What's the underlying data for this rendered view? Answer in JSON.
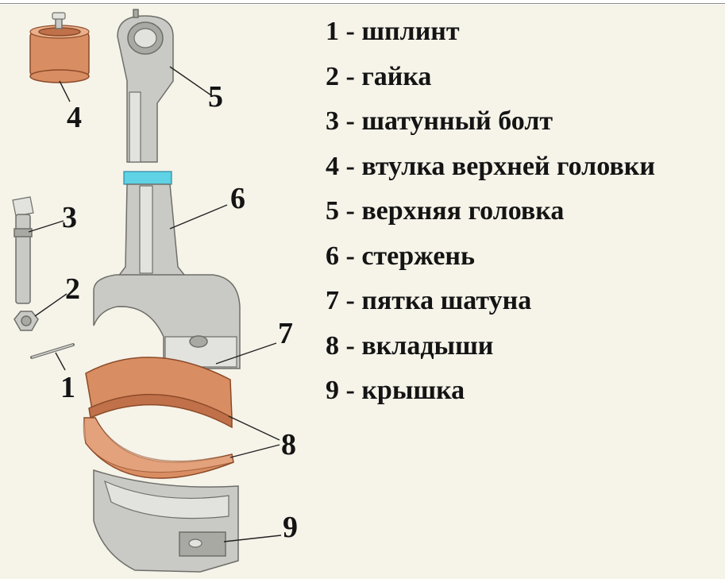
{
  "legend": [
    {
      "num": "1",
      "text": "1 - шплинт"
    },
    {
      "num": "2",
      "text": "2 - гайка"
    },
    {
      "num": "3",
      "text": "3 - шатунный болт"
    },
    {
      "num": "4",
      "text": "4 - втулка верхней головки"
    },
    {
      "num": "5",
      "text": "5 - верхняя головка"
    },
    {
      "num": "6",
      "text": "6 - стержень"
    },
    {
      "num": "7",
      "text": "7 - пятка шатуна"
    },
    {
      "num": "8",
      "text": "8 - вкладыши"
    },
    {
      "num": "9",
      "text": "9 - крышка"
    }
  ],
  "callouts": {
    "c1": "1",
    "c2": "2",
    "c3": "3",
    "c4": "4",
    "c5": "5",
    "c6": "6",
    "c7": "7",
    "c8": "8",
    "c9": "9"
  },
  "colors": {
    "background": "#f6f3e9",
    "metal": "#c9c9c5",
    "bronze": "#d98d62",
    "slot_accent": "#5fd2e6",
    "text": "#141414"
  },
  "icons": {
    "connecting_rod": "connecting-rod-exploded-illustration"
  }
}
